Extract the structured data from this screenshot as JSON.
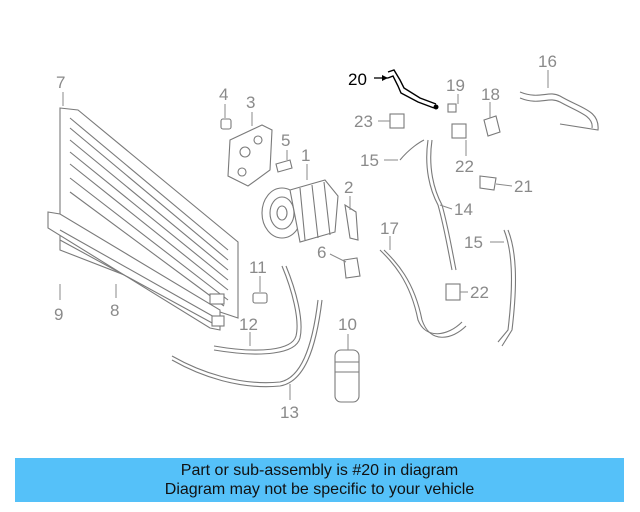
{
  "diagram": {
    "highlighted_part": "20",
    "callouts": [
      "20",
      "19",
      "18",
      "16",
      "23",
      "22",
      "21",
      "15",
      "14",
      "17",
      "15",
      "22",
      "7",
      "4",
      "3",
      "5",
      "1",
      "2",
      "6",
      "11",
      "12",
      "10",
      "9",
      "8",
      "13"
    ]
  },
  "footer": {
    "line1": "Part or sub-assembly is #20 in diagram",
    "line2": "Diagram may not be specific to your vehicle",
    "background": "#55c1f9"
  }
}
